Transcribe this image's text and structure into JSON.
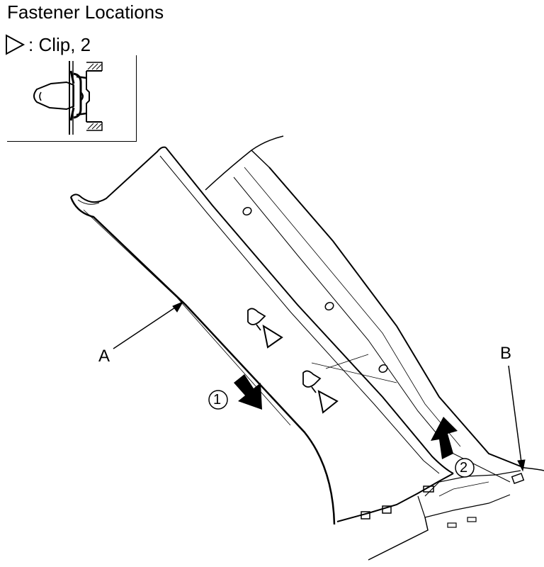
{
  "header": {
    "title": "Fastener Locations"
  },
  "legend": {
    "symbol_icon": "hollow-triangle-icon",
    "text": ": Clip, 2"
  },
  "labels": {
    "part_a": "A",
    "part_b": "B",
    "step_1": "1",
    "step_2": "2"
  }
}
